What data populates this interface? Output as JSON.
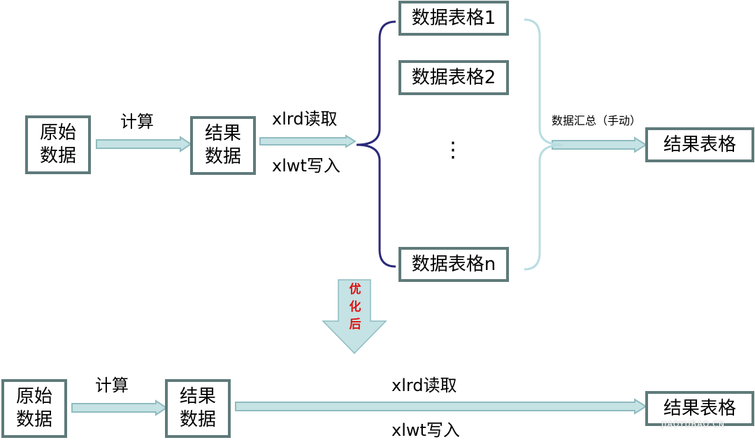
{
  "top": {
    "source_box": "原始\n数据",
    "compute_label": "计算",
    "result_data_box": "结果\n数据",
    "read_label": "xlrd读取",
    "write_label": "xlwt写入",
    "tables": [
      "数据表格1",
      "数据表格2",
      "数据表格n"
    ],
    "ellipsis": "⋮",
    "merge_label": "数据汇总（手动）",
    "result_table_box": "结果表格"
  },
  "optimize_label": "优\n化\n后",
  "bottom": {
    "source_box": "原始\n数据",
    "compute_label": "计算",
    "result_data_box": "结果\n数据",
    "read_label": "xlrd读取",
    "write_label": "xlwt写入",
    "result_table_box": "结果表格"
  },
  "watermark": "JIAOYUBAO.CN",
  "colors": {
    "box_border": "#5f7a7a",
    "arrow_fill": "#c5e2e4",
    "arrow_stroke": "#8fbcc0",
    "left_brace": "#2b2a7a",
    "right_brace": "#b9dde2",
    "optimize_text": "#e01010"
  }
}
